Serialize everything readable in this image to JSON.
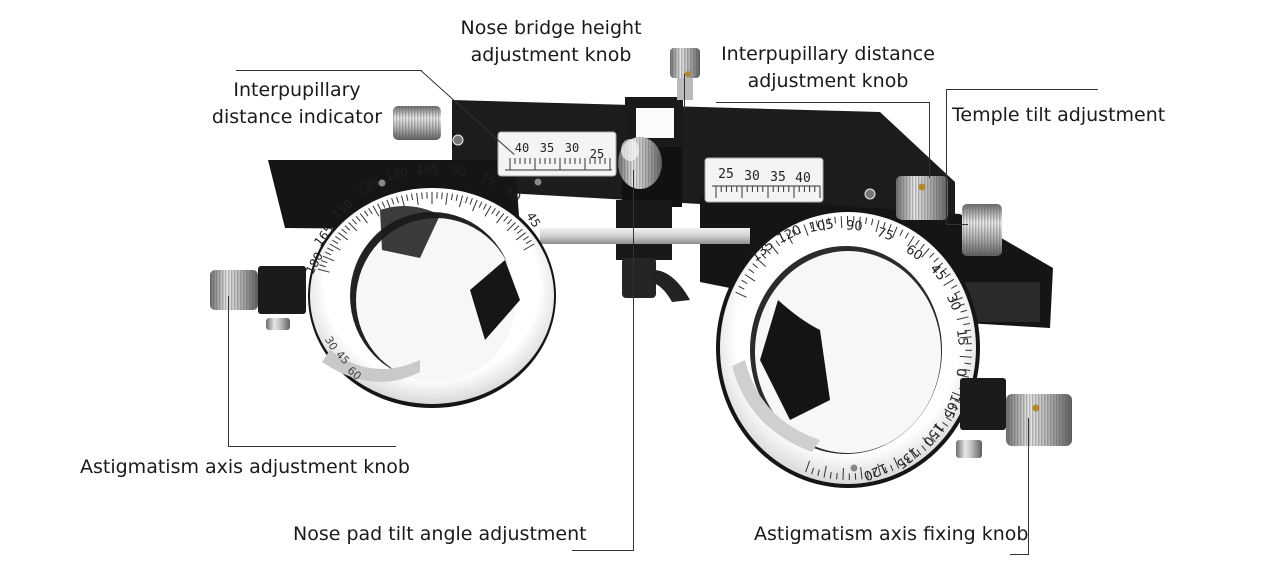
{
  "labels": {
    "nose_bridge_l1": "Nose bridge height",
    "nose_bridge_l2": "adjustment knob",
    "ipd_knob_l1": "Interpupillary distance",
    "ipd_knob_l2": "adjustment knob",
    "ipd_ind_l1": "Interpupillary",
    "ipd_ind_l2": "distance indicator",
    "temple_tilt": "Temple tilt adjustment",
    "astig_adj": "Astigmatism axis adjustment knob",
    "nose_pad": "Nose pad tilt angle adjustment",
    "astig_fix": "Astigmatism axis fixing knob"
  },
  "scales": {
    "left_pd": [
      "40",
      "35",
      "30",
      "25"
    ],
    "right_pd": [
      "25",
      "30",
      "35",
      "40"
    ],
    "left_axis": [
      "180",
      "165",
      "150",
      "135",
      "120",
      "105",
      "90",
      "75",
      "60",
      "45"
    ],
    "left_axis_low": [
      "30",
      "45",
      "60"
    ],
    "right_axis": [
      "135",
      "120",
      "105",
      "90",
      "75",
      "60",
      "45",
      "30",
      "15",
      "0",
      "165",
      "150",
      "135",
      "120"
    ]
  }
}
